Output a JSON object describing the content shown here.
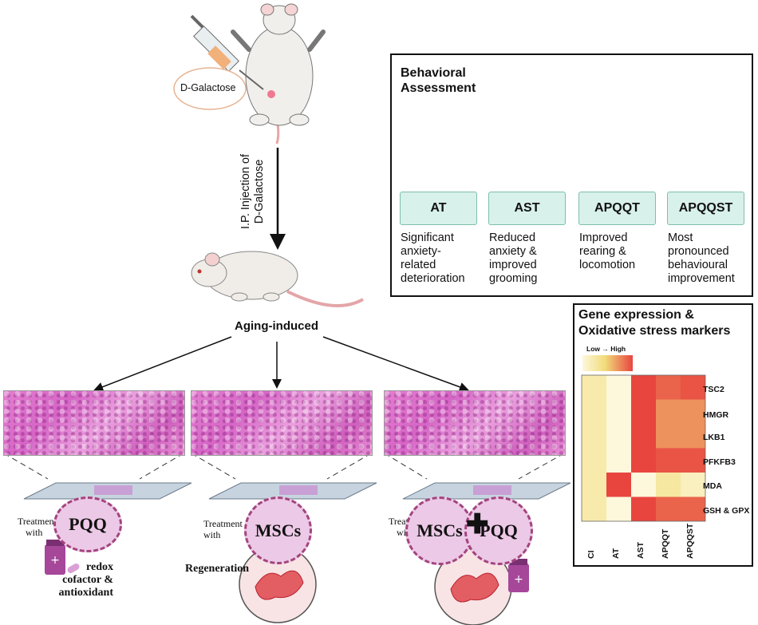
{
  "top": {
    "injection_label": "D-Galactose",
    "route_label_line1": "I.P. Injection of",
    "route_label_line2": "D-Galactose",
    "aging_label": "Aging-induced"
  },
  "behavior": {
    "title_line1": "Behavioral",
    "title_line2": "Assessment",
    "groups": [
      {
        "label": "AT",
        "desc": "Significant anxiety-related deterioration"
      },
      {
        "label": "AST",
        "desc": "Reduced anxiety & improved grooming"
      },
      {
        "label": "APQQT",
        "desc": "Improved rearing & locomotion"
      },
      {
        "label": "APQQST",
        "desc": "Most pronounced behavioural improvement"
      }
    ]
  },
  "heatmap": {
    "title_line1": "Gene expression &",
    "title_line2": "Oxidative stress markers",
    "legend_label": "Low → High",
    "columns": [
      "CI",
      "AT",
      "AST",
      "APQQT",
      "APQQST"
    ],
    "rows": [
      "TSC2",
      "HMGR",
      "LKB1",
      "PFKFB3",
      "MDA",
      "GSH & GPX"
    ],
    "values": [
      [
        0.25,
        0.0,
        1.0,
        0.9,
        0.95
      ],
      [
        0.25,
        0.0,
        1.0,
        0.75,
        0.75
      ],
      [
        0.25,
        0.0,
        1.0,
        0.75,
        0.75
      ],
      [
        0.25,
        0.0,
        1.0,
        0.95,
        0.95
      ],
      [
        0.25,
        1.0,
        0.0,
        0.3,
        0.15
      ],
      [
        0.25,
        0.0,
        1.0,
        0.9,
        0.9
      ]
    ],
    "colors": {
      "low": "#fdf7dc",
      "mid": "#f1dc7a",
      "high": "#e8453f"
    }
  },
  "treatments": [
    {
      "prefix_line1": "Treatment",
      "prefix_line2": "with",
      "agent": "PQQ",
      "note_line1": "redox",
      "note_line2": "cofactor &",
      "note_line3": "antioxidant"
    },
    {
      "prefix_line1": "Treatment",
      "prefix_line2": "with",
      "agent": "MSCs",
      "note": "Regeneration"
    },
    {
      "prefix_line1": "Treatment",
      "prefix_line2": "with",
      "agent_a": "MSCs",
      "agent_b": "PQQ"
    }
  ]
}
